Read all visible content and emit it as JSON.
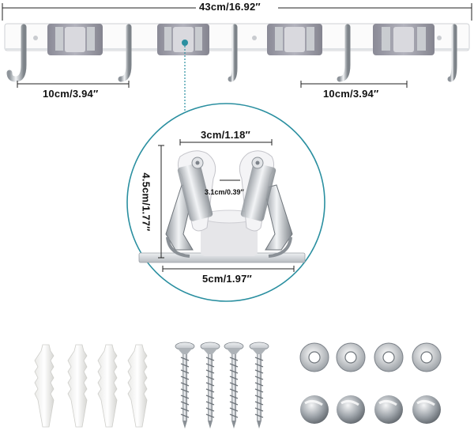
{
  "product_figure": {
    "total_length_label": "43cm/16.92″",
    "hook_spacing_left_label": "10cm/3.94″",
    "hook_spacing_right_label": "10cm/3.94″",
    "clip_inner_width_label": "3cm/1.18″",
    "clip_height_label": "4.5cm/1.77″",
    "clip_gap_label": "3.1cm/0.39″",
    "clip_base_width_label": "5cm/1.97″"
  },
  "accessories": {
    "anchors_count": 4,
    "screws_count": 4,
    "washers_count": 4,
    "caps_count": 4
  },
  "colors": {
    "accent_teal": "#2a8fa0",
    "clip_gray": "#9a9aa6",
    "steel": "#c8ccd0",
    "rail_white": "#fafafa"
  }
}
